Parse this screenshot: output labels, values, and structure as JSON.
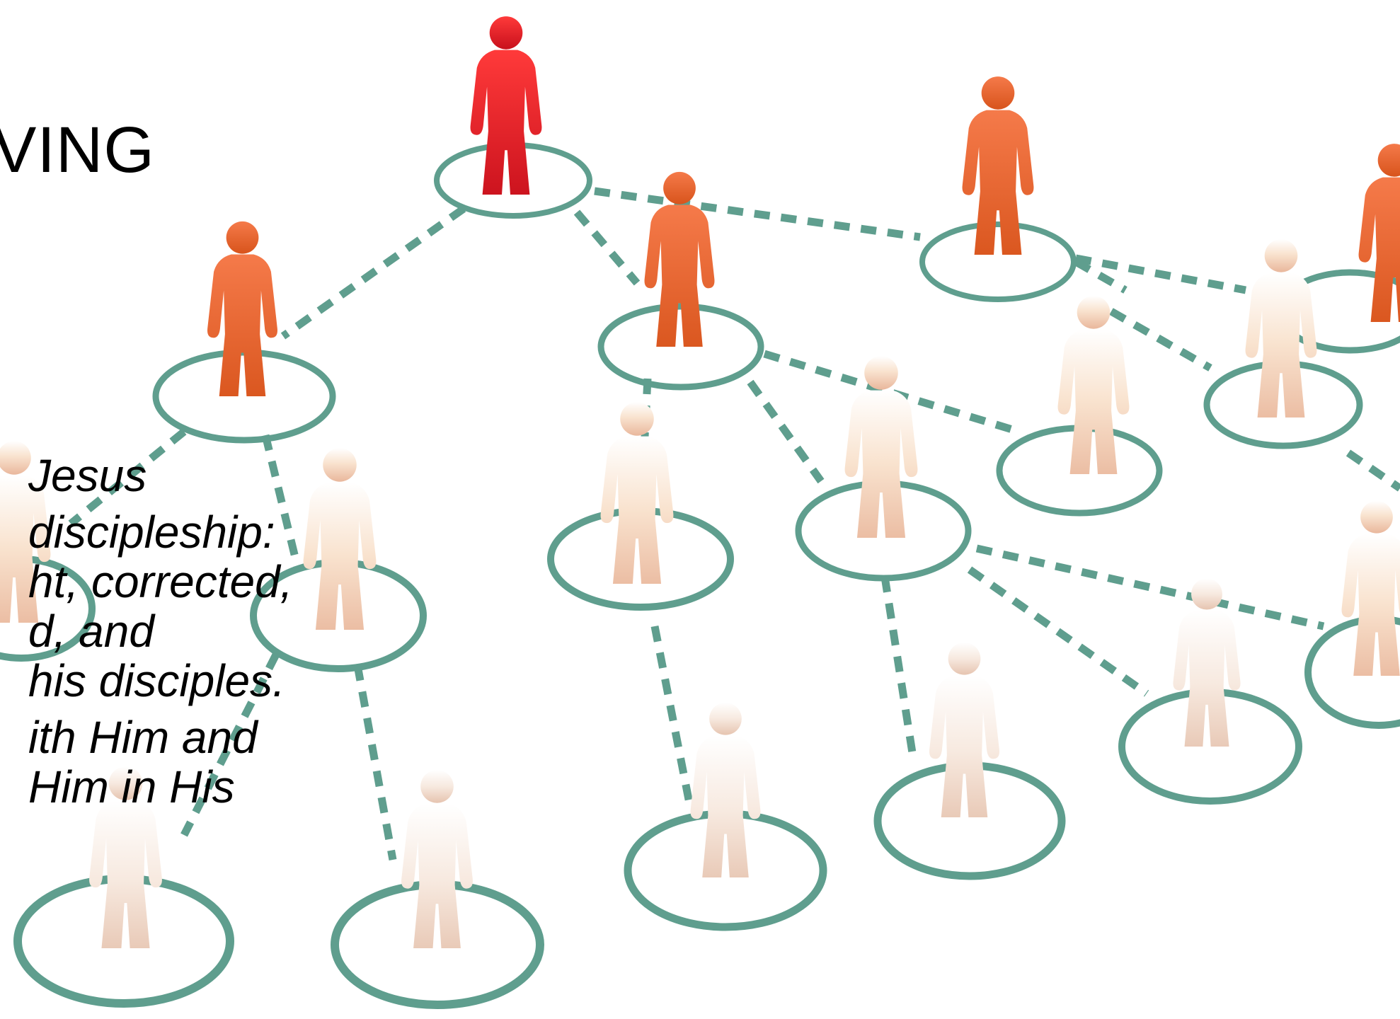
{
  "slide": {
    "title": "VING",
    "lines": [
      "Jesus",
      "discipleship:",
      "ht, corrected,",
      "d, and",
      "his disciples.",
      "ith Him and",
      "Him in His"
    ]
  },
  "colors": {
    "ring": "#5f9e8e",
    "leader": "#e02030",
    "level1": "#e8683a",
    "faded": "#f3d2bc",
    "text": "#000000",
    "background": "#ffffff"
  }
}
